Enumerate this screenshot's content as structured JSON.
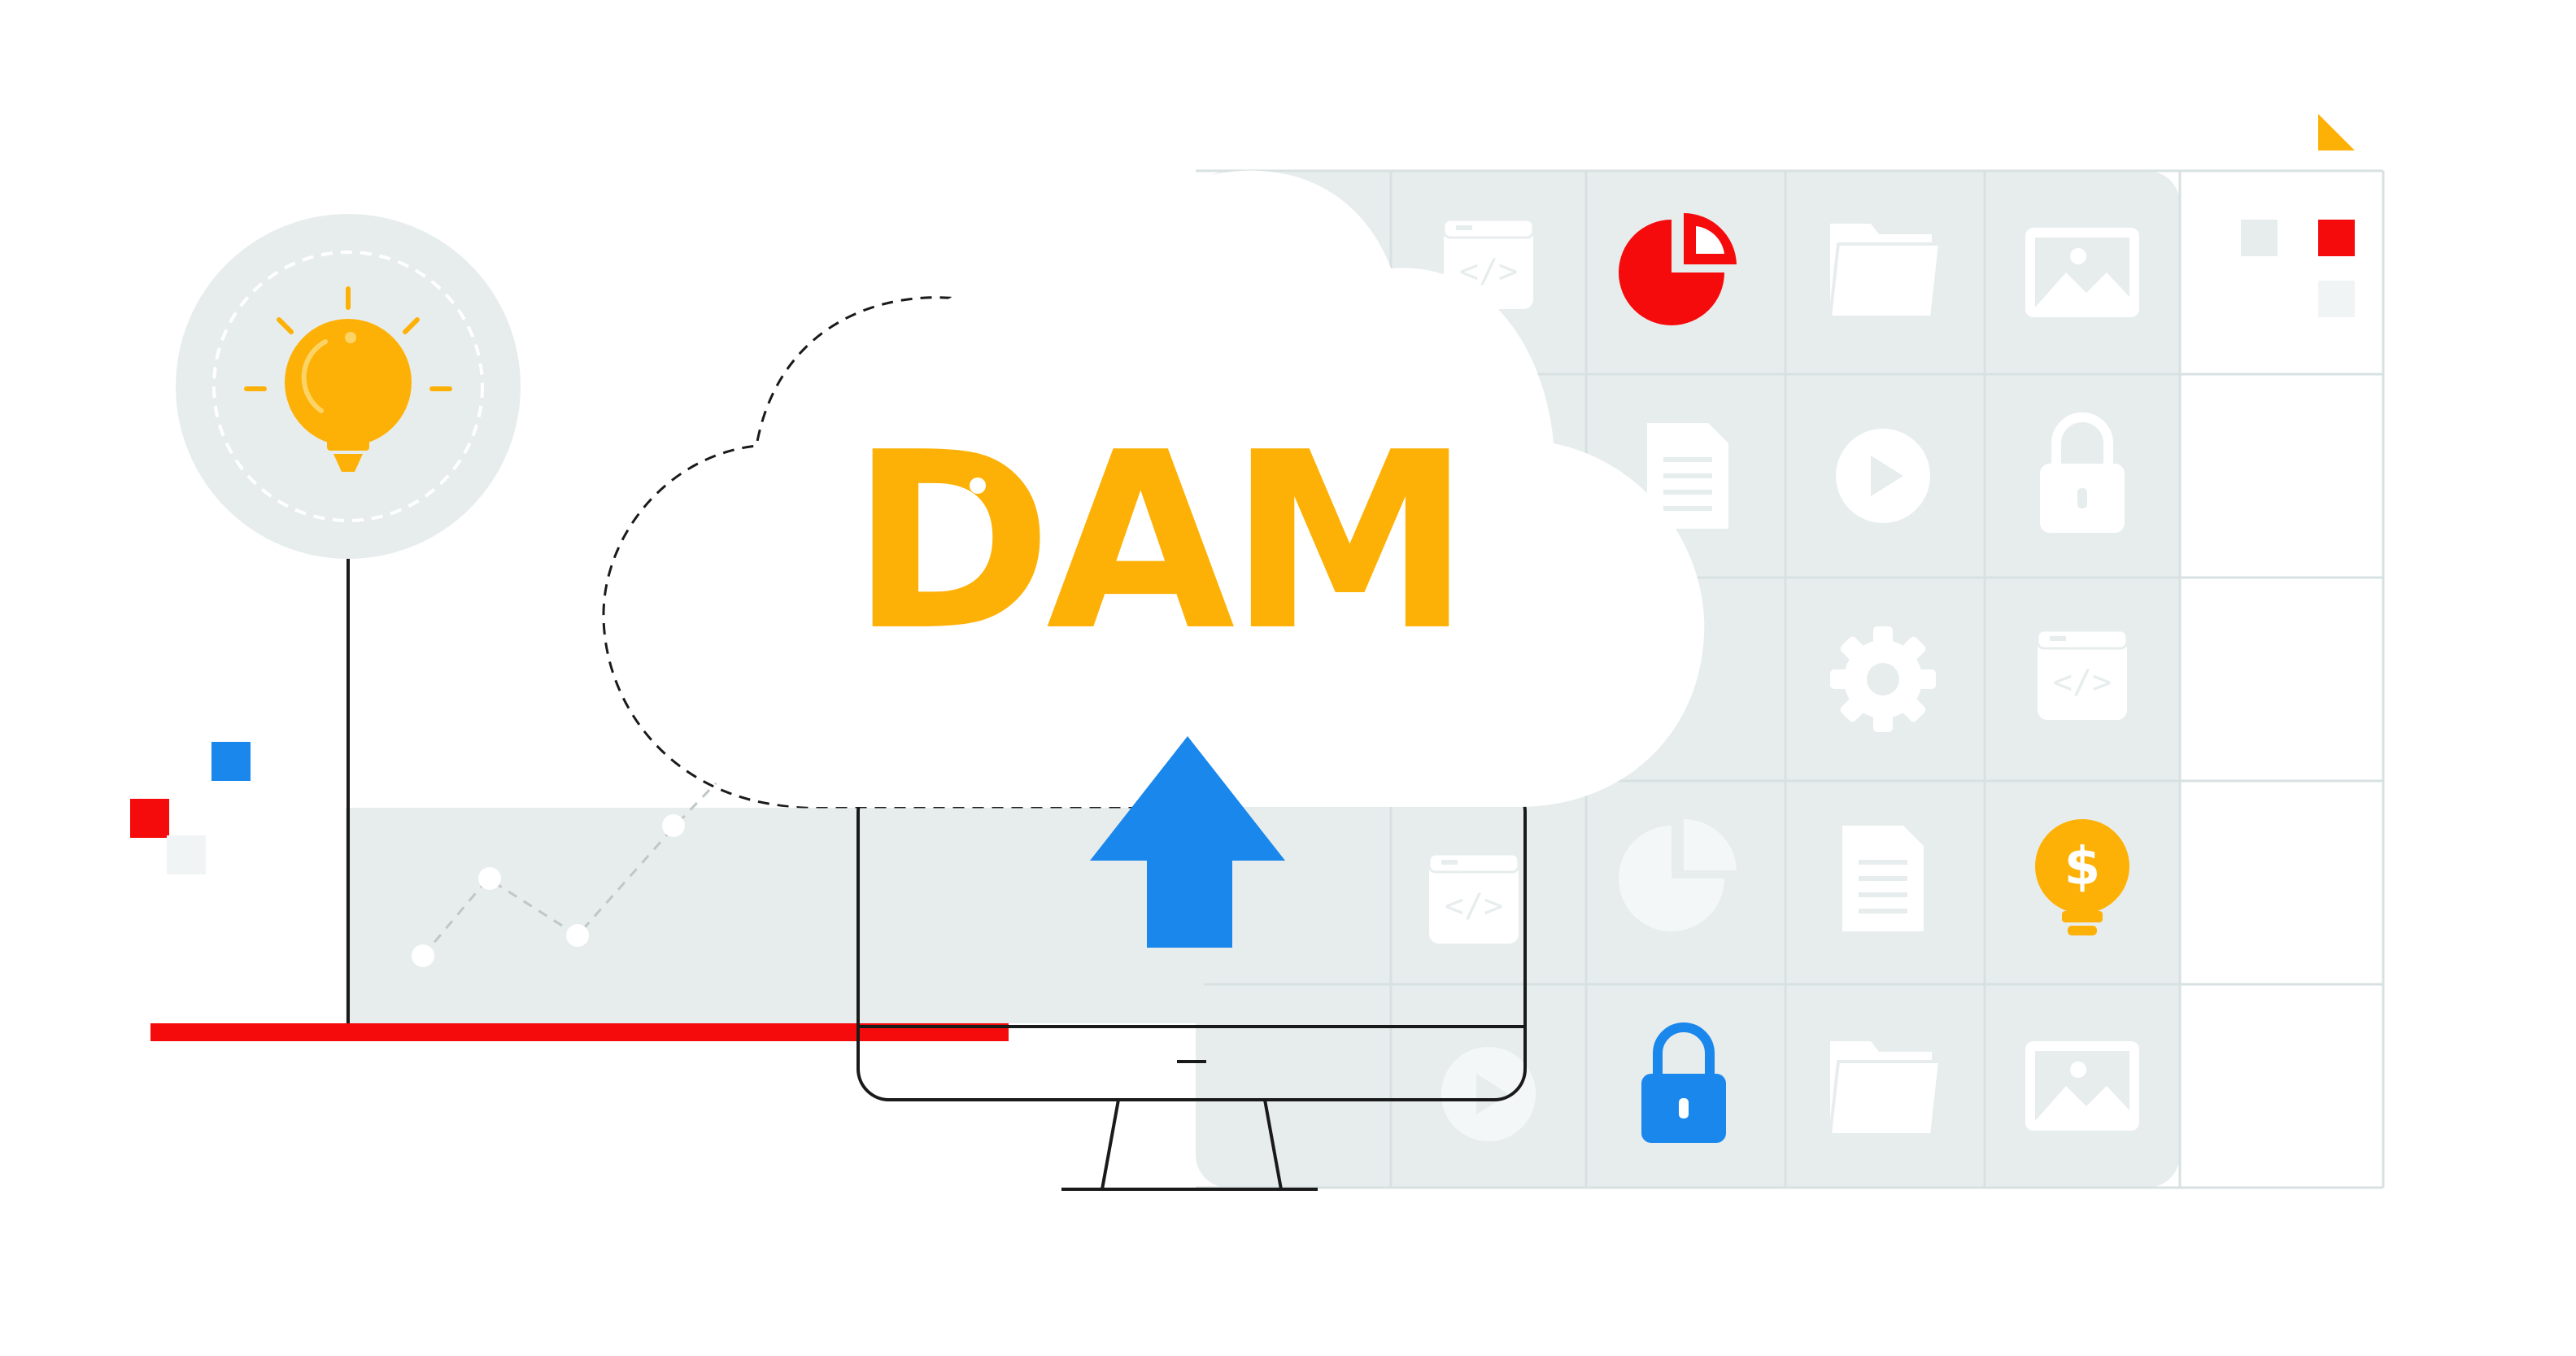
{
  "title": "DAM",
  "colors": {
    "yellow": "#FDB107",
    "red": "#F50B0B",
    "blue": "#1A87EC",
    "grid_bg": "#E7EDED",
    "grid_line": "#D8E1E1",
    "white": "#FFFFFF",
    "outline": "#1A1A1A"
  },
  "grid_icons": [
    [
      "code-window-icon",
      "pie-chart-icon",
      "folder-icon",
      "image-icon"
    ],
    [
      "document-icon",
      "play-icon",
      "lock-icon"
    ],
    [
      "gear-icon",
      "code-window-icon"
    ],
    [
      "code-window-icon",
      "pie-chart-icon",
      "document-icon",
      "money-bulb-icon"
    ],
    [
      "play-icon",
      "lock-icon",
      "folder-icon",
      "image-icon"
    ]
  ],
  "highlighted_icons": {
    "pie-chart": "red",
    "lock": "blue",
    "money-bulb": "yellow"
  }
}
